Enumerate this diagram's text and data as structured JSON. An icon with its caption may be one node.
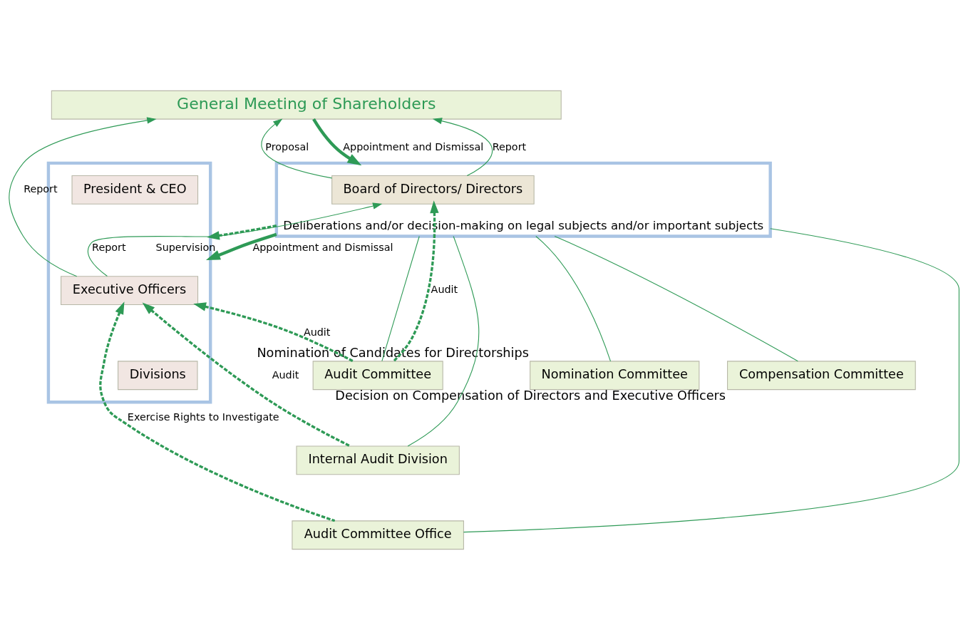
{
  "diagram": {
    "nodes": [
      {
        "text": [
          "General Meeting of Shareholders"
        ]
      },
      {
        "text": [
          "Deliberations and/or decision-making on legal subjects and/or important subjects"
        ]
      },
      {
        "text": [
          "Board of Directors/ Directors"
        ],
        "in": 1
      },
      {
        "text": [],
        "shape": "box"
      },
      {
        "text": [
          "President & CEO"
        ],
        "in": 3
      },
      {
        "text": [
          "Executive Officers"
        ],
        "in": 3
      },
      {
        "text": [
          "Divisions"
        ],
        "in": 3
      },
      {
        "text": [
          "Nomination Committee"
        ],
        "beside": [
          "Nomination of Candidates for Directorships"
        ]
      },
      {
        "text": [
          "Audit Committee"
        ]
      },
      {
        "text": [
          "Compensation Committee"
        ],
        "beside": [
          "Decision on Compensation of Directors and Executive Officers"
        ]
      },
      {
        "text": [
          "Internal Audit Division"
        ]
      },
      {
        "text": [
          "Audit Committee Office"
        ]
      }
    ],
    "edges": [
      {
        "from": 1,
        "to": 0,
        "arrow": "to",
        "label": "Proposal"
      },
      {
        "from": 0,
        "to": 1,
        "arrow": "to",
        "label": "Appointment and Dismissal",
        "style": "thick"
      },
      {
        "from": 1,
        "to": 0,
        "arrow": "to",
        "label": "Report"
      },
      {
        "from": 3,
        "to": 0,
        "arrow": "to",
        "label": "Report"
      },
      {
        "from": 1,
        "to": 3,
        "arrow": "to",
        "label": "Appointment and Dismissal",
        "style": "thick"
      },
      {
        "from": 3,
        "to": 1,
        "arrow": "to",
        "label": "Report"
      },
      {
        "from": 1,
        "to": 3,
        "arrow": "to",
        "label": "Supervision",
        "style": "dashed"
      },
      {
        "from": 1,
        "to": 7,
        "arrow": "none"
      },
      {
        "from": 1,
        "to": 8,
        "arrow": "none"
      },
      {
        "from": 1,
        "to": 9,
        "arrow": "none"
      },
      {
        "from": 1,
        "to": 10,
        "arrow": "none"
      },
      {
        "from": 1,
        "to": 11,
        "arrow": "none"
      },
      {
        "from": 8,
        "to": 1,
        "arrow": "to",
        "label": "Audit",
        "style": "dashed"
      },
      {
        "from": 8,
        "to": 3,
        "arrow": "to",
        "label": "Audit",
        "style": "dashed"
      },
      {
        "from": 10,
        "to": 3,
        "arrow": "to",
        "label": "Audit",
        "style": "dashed"
      },
      {
        "from": 11,
        "to": 3,
        "arrow": "to",
        "label": "Exercise Rights to Investigate",
        "style": "dashed"
      }
    ]
  }
}
